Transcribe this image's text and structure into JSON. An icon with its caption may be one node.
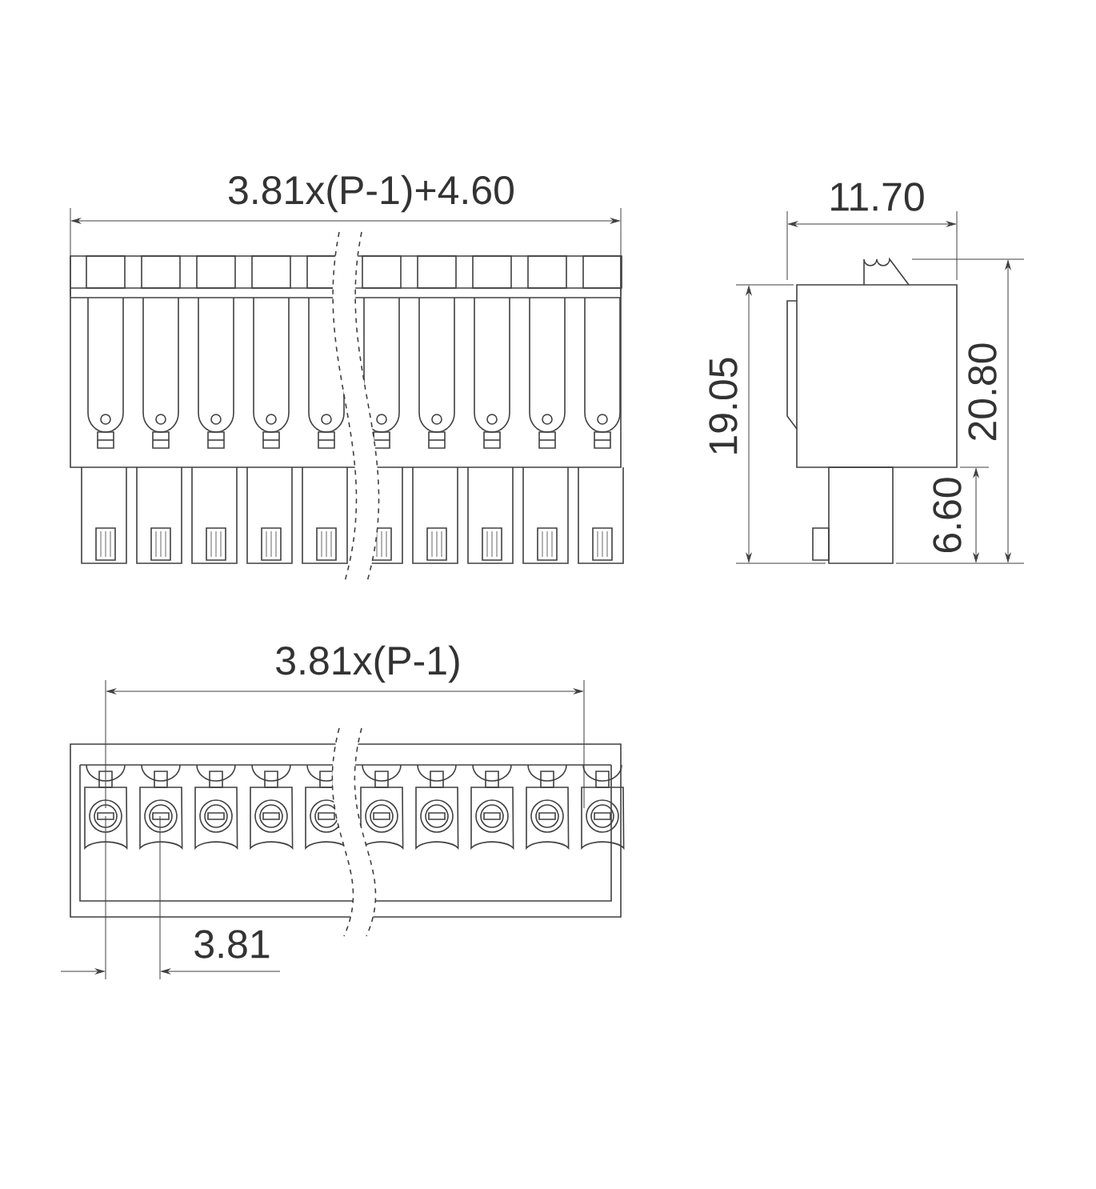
{
  "diagram": {
    "labels": [
      "3.81x(P-1)+4.60",
      "11.70",
      "19.05",
      "20.80",
      "6.60",
      "3.81x(P-1)",
      "3.81"
    ]
  }
}
